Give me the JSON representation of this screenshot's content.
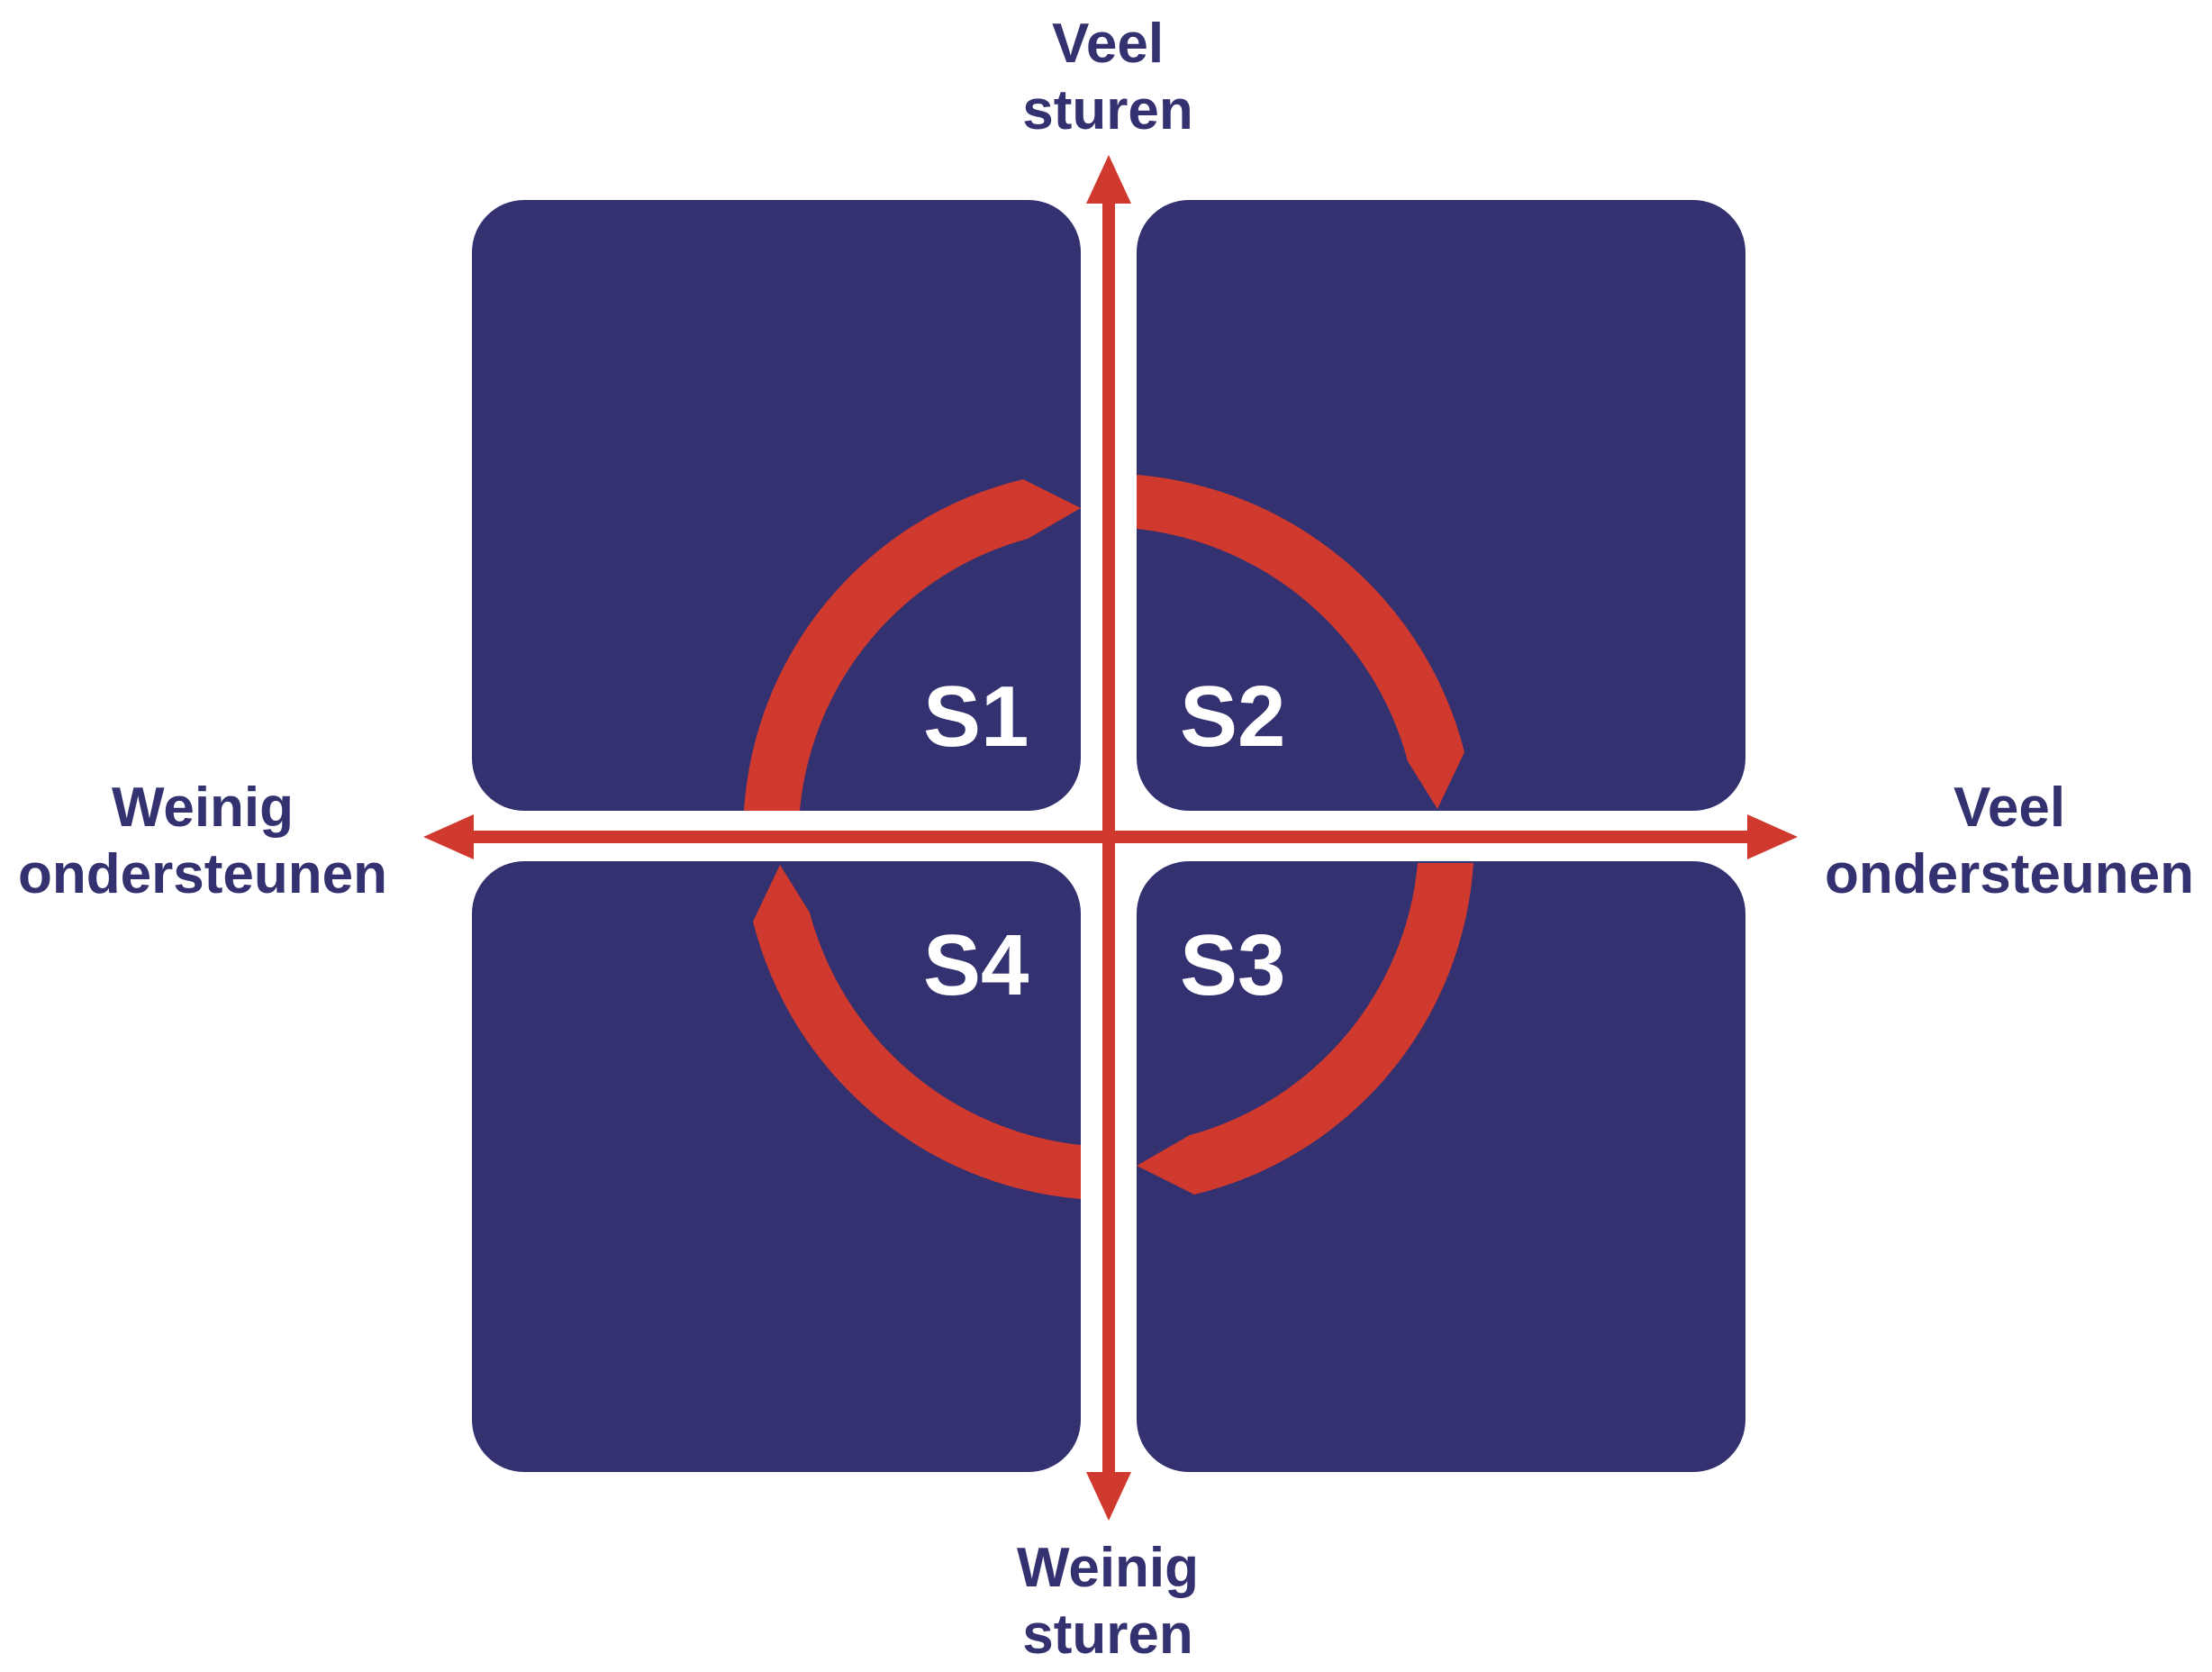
{
  "colors": {
    "quadrant": "#33316f",
    "accent": "#d0392e",
    "text": "#33316f",
    "quadrant_text": "#ffffff",
    "background": "#ffffff"
  },
  "axes": {
    "top": {
      "line1": "Veel",
      "line2": "sturen"
    },
    "bottom": {
      "line1": "Weinig",
      "line2": "sturen"
    },
    "left": {
      "line1": "Weinig",
      "line2": "ondersteunen"
    },
    "right": {
      "line1": "Veel",
      "line2": "ondersteunen"
    }
  },
  "quadrants": {
    "top_left": "S1",
    "top_right": "S2",
    "bottom_right": "S3",
    "bottom_left": "S4"
  }
}
